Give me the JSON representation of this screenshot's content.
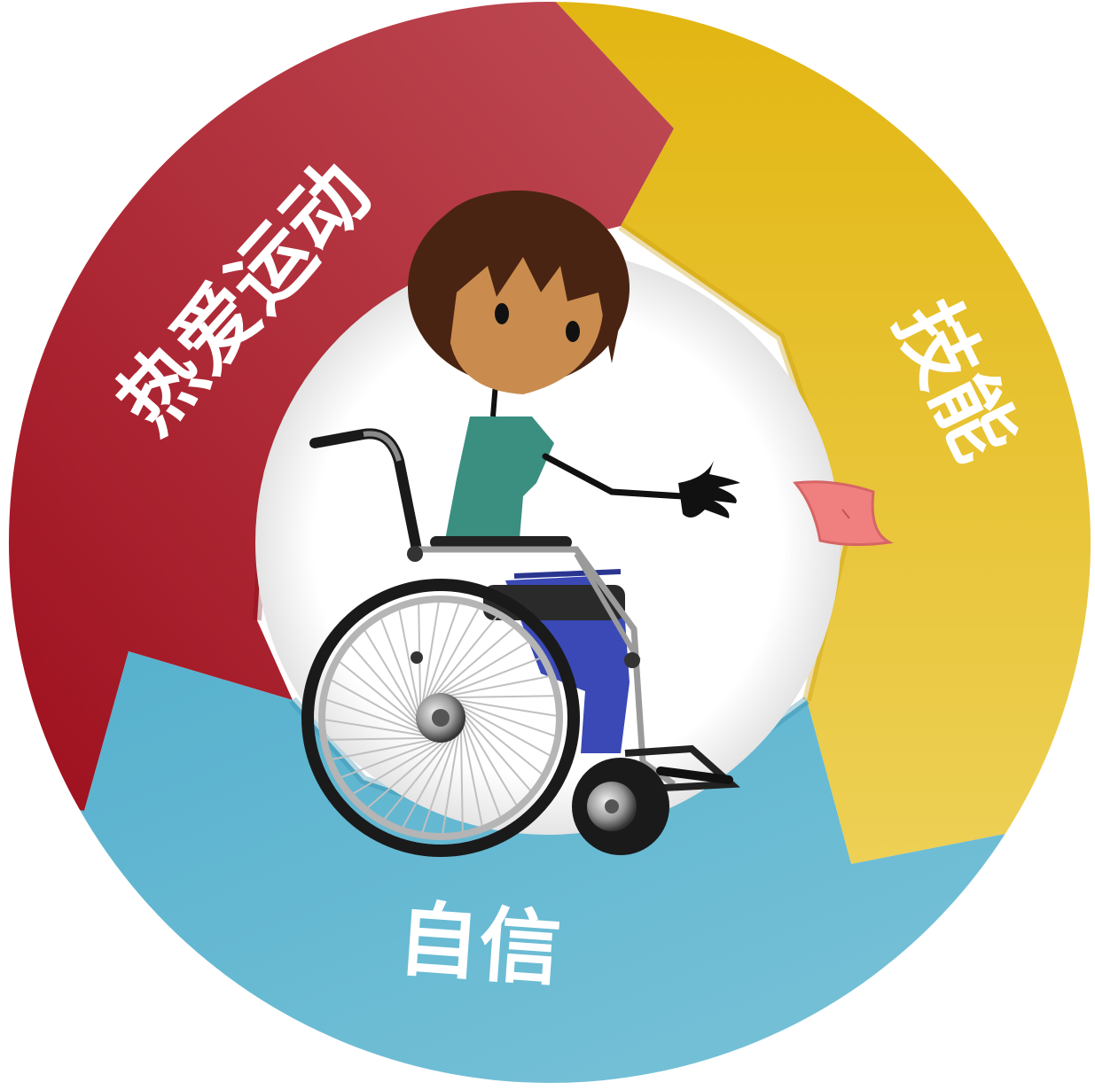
{
  "segments": [
    {
      "id": "passion",
      "label": "热爱运动",
      "color": "#a8192a",
      "light": "#c04a55"
    },
    {
      "id": "skill",
      "label": "技能",
      "color": "#e2b41c",
      "light": "#efcf4f"
    },
    {
      "id": "confidence",
      "label": "自信",
      "color": "#5bb2cf",
      "light": "#78c3da"
    }
  ],
  "figure": {
    "description_name": "wheelchair-athlete",
    "shirt_color": "#3a8f80",
    "hair_color": "#4a2412",
    "skin_color": "#c98c4e",
    "pants_color": "#3a49b5",
    "beanbag_color": "#f08080"
  }
}
